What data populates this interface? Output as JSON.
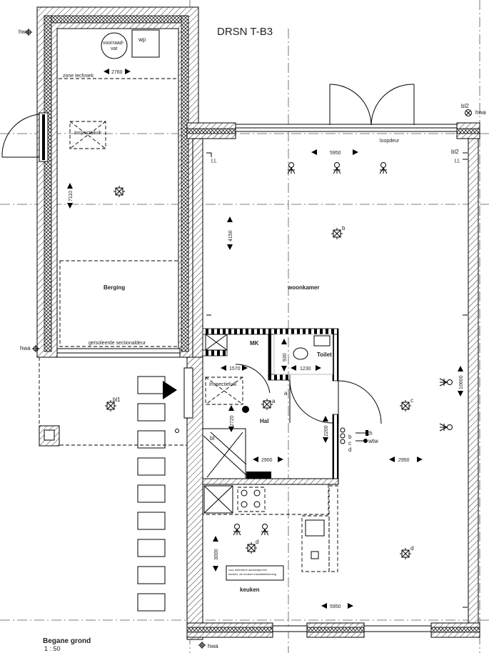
{
  "drawing": {
    "title": "DRSN T-B3",
    "view_name": "Begane grond",
    "scale": "1 : 50"
  },
  "rooms": {
    "berging": "Berging",
    "woonkamer": "woonkamer",
    "mk": "MK",
    "toilet": "Toilet",
    "hal": "Hal",
    "keuken": "keuken"
  },
  "labels": {
    "hwa": "hwa",
    "voorraadvat_1": "voorraad-",
    "voorraadvat_2": "vat",
    "wp": "wp",
    "zone_techniek": "zone techniek",
    "inspectieluik": "Inspectieluik",
    "sectionaldeur": "geïsoleerde sectionaldeur",
    "loopdeur": "loopdeur",
    "ll": "l.l.",
    "bl1": "bl1",
    "bl2": "bl2",
    "bl": "bl",
    "a": "a",
    "b": "b",
    "c": "c",
    "d": "d",
    "th": "th",
    "wtw": "wtw",
    "kitchen_note_1": "voor definitieve aansluitpunten",
    "kitchen_note_2": "keuken, zie keuken installatietekening"
  },
  "dimensions": {
    "d2760": "2760",
    "d7110": "7110",
    "d5950_top": "5950",
    "d4150": "4150",
    "d930": "930",
    "d1570": "1570",
    "d1230": "1230",
    "d2720": "2720",
    "d2200": "2200",
    "d2900": "2900",
    "d2950": "2950",
    "d10600": "10600",
    "d3000": "3000",
    "d5950_bottom": "5950"
  }
}
